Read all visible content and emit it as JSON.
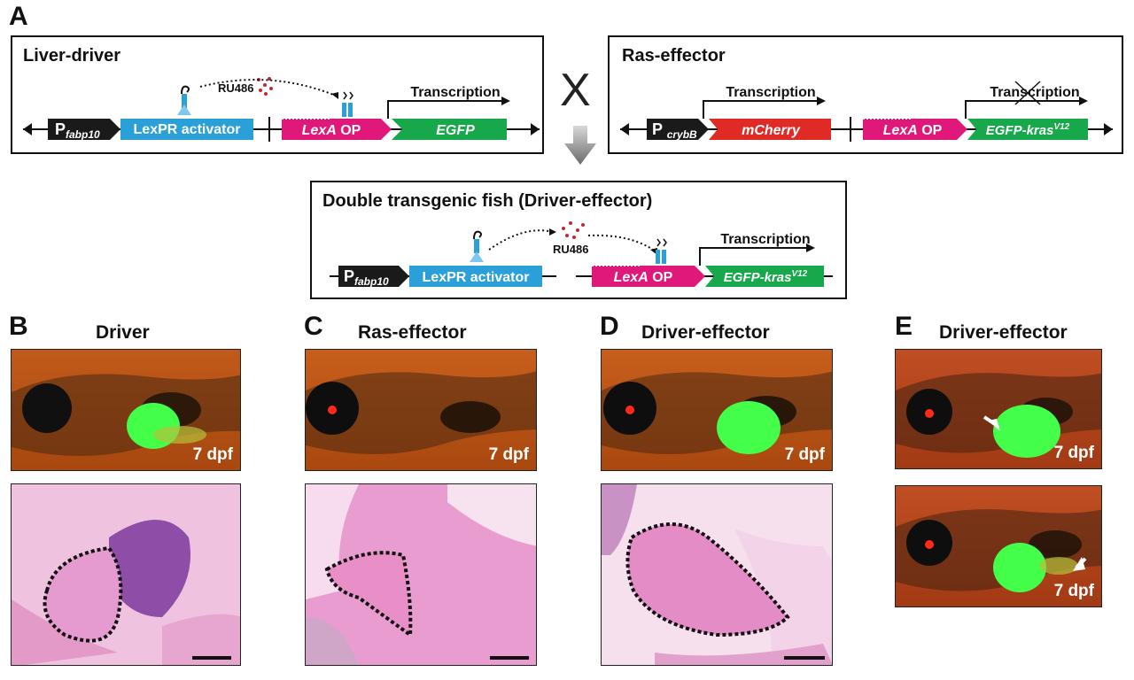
{
  "panel_a": {
    "letter": "A",
    "cross_symbol": "X",
    "liver_driver": {
      "title": "Liver-driver",
      "promoter": "P",
      "promoter_sub": "fabp10",
      "activator": "LexPR activator",
      "inducer": "RU486",
      "operator_italic": "LexA",
      "operator_rest": " OP",
      "reporter": "EGFP",
      "transcription": "Transcription"
    },
    "ras_effector": {
      "title": "Ras-effector",
      "promoter": "P",
      "promoter_sub": "crybB",
      "marker": "mCherry",
      "operator_italic": "LexA",
      "operator_rest": " OP",
      "effector": "EGFP-kras",
      "effector_sup": "V12",
      "transcription_1": "Transcription",
      "transcription_2": "Transcription"
    },
    "double": {
      "title": "Double transgenic fish (Driver-effector)",
      "promoter": "P",
      "promoter_sub": "fabp10",
      "activator": "LexPR activator",
      "inducer": "RU486",
      "operator_italic": "LexA",
      "operator_rest": " OP",
      "effector": "EGFP-kras",
      "effector_sup": "V12",
      "transcription": "Transcription"
    }
  },
  "panels": [
    {
      "letter": "B",
      "title": "Driver",
      "age": "7 dpf"
    },
    {
      "letter": "C",
      "title": "Ras-effector",
      "age": "7 dpf"
    },
    {
      "letter": "D",
      "title": "Driver-effector",
      "age": "7 dpf"
    },
    {
      "letter": "E",
      "title": "Driver-effector",
      "age": "7 dpf",
      "age2": "7 dpf"
    }
  ],
  "colors": {
    "promoter": "#1a1a1a",
    "activator": "#2a9fd8",
    "operator": "#e0187a",
    "egfp": "#16a84a",
    "mcherry": "#e02a25",
    "fluor_bg": "#b8541a",
    "he_pink": "#e58bc6",
    "he_purple": "#7c3a9e"
  }
}
